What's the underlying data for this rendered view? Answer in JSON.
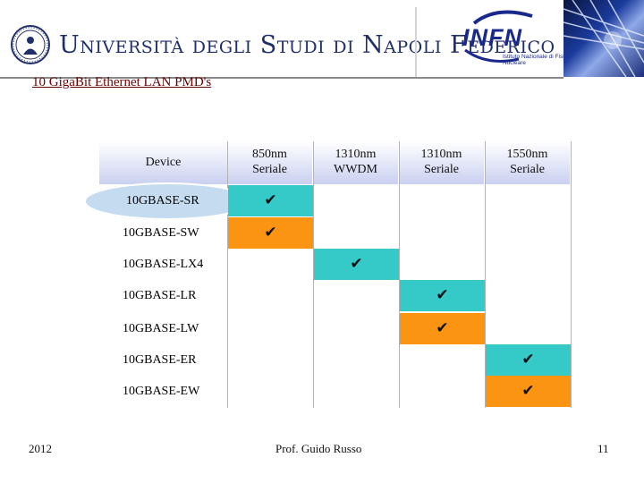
{
  "header": {
    "university": "Università degli Studi di Napoli Federico II",
    "infn_name": "INFN",
    "infn_sub": "Istituto Nazionale di Fisica Nucleare"
  },
  "slide": {
    "title": "10 GigaBit Ethernet LAN PMD's"
  },
  "table": {
    "device_header": "Device",
    "columns": [
      {
        "line1": "850nm",
        "line2": "Seriale"
      },
      {
        "line1": "1310nm",
        "line2": "WWDM"
      },
      {
        "line1": "1310nm",
        "line2": "Seriale"
      },
      {
        "line1": "1550nm",
        "line2": "Seriale"
      }
    ],
    "rows": [
      {
        "label": "10GBASE-SR",
        "column": 0,
        "color": "#35c9c8",
        "mark": "✔"
      },
      {
        "label": "10GBASE-SW",
        "column": 0,
        "color": "#fb9413",
        "mark": "✔"
      },
      {
        "label": "10GBASE-LX4",
        "column": 1,
        "color": "#35c9c8",
        "mark": "✔"
      },
      {
        "label": "10GBASE-LR",
        "column": 2,
        "color": "#35c9c8",
        "mark": "✔"
      },
      {
        "label": "10GBASE-LW",
        "column": 2,
        "color": "#fb9413",
        "mark": "✔"
      },
      {
        "label": "10GBASE-ER",
        "column": 3,
        "color": "#35c9c8",
        "mark": "✔"
      },
      {
        "label": "10GBASE-EW",
        "column": 3,
        "color": "#fb9413",
        "mark": "✔"
      }
    ]
  },
  "footer": {
    "year": "2012",
    "author": "Prof. Guido Russo",
    "page": "11"
  }
}
